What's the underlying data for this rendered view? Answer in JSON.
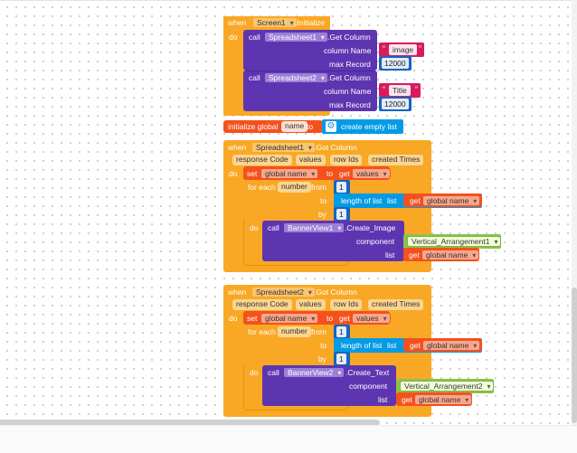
{
  "blocks": {
    "init": {
      "when": "when",
      "component": "Screen1",
      "event": ".Initialize",
      "do": "do",
      "calls": [
        {
          "call": "call",
          "component": "Spreadsheet1",
          "method": ".Get Column",
          "p1_label": "column Name",
          "p1_value": "image",
          "p2_label": "max Record",
          "p2_value": "12000"
        },
        {
          "call": "call",
          "component": "Spreadsheet2",
          "method": ".Get Column",
          "p1_label": "column Name",
          "p1_value": "Title",
          "p2_label": "max Record",
          "p2_value": "12000"
        }
      ]
    },
    "global": {
      "label": "initialize global",
      "name": "name",
      "to": "to",
      "value": "create empty list"
    },
    "events": [
      {
        "when": "when",
        "component": "Spreadsheet1",
        "event": ".Got Column",
        "params": [
          "response Code",
          "values",
          "row Ids",
          "created Times"
        ],
        "do": "do",
        "set": "set",
        "set_var": "global name",
        "to": "to",
        "get": "get",
        "get_var": "values",
        "for_each": "for each",
        "loop_var": "number",
        "from": "from",
        "from_val": "1",
        "to2": "to",
        "length_label": "length of list",
        "list_word": "list",
        "list_var": "global name",
        "by": "by",
        "by_val": "1",
        "inner_do": "do",
        "call": "call",
        "call_comp": "BannerView1",
        "call_method": ".Create_Image",
        "component_label": "component",
        "component_val": "Vertical_Arrangement1",
        "list_label": "list",
        "list_get": "get",
        "list_get_var": "global name"
      },
      {
        "when": "when",
        "component": "Spreadsheet2",
        "event": ".Got Column",
        "params": [
          "response Code",
          "values",
          "row Ids",
          "created Times"
        ],
        "do": "do",
        "set": "set",
        "set_var": "global name",
        "to": "to",
        "get": "get",
        "get_var": "values",
        "for_each": "for each",
        "loop_var": "number",
        "from": "from",
        "from_val": "1",
        "to2": "to",
        "length_label": "length of list",
        "list_word": "list",
        "list_var": "global name",
        "by": "by",
        "by_val": "1",
        "inner_do": "do",
        "call": "call",
        "call_comp": "BannerView2",
        "call_method": ".Create_Text",
        "component_label": "component",
        "component_val": "Vertical_Arrangement2",
        "list_label": "list",
        "list_get": "get",
        "list_get_var": "global name"
      }
    ]
  },
  "colors": {
    "event": "#f9a825",
    "procedure": "#5e35b1",
    "variable": "#f4511e",
    "text": "#d81b60",
    "math": "#1565c0",
    "list": "#039be5",
    "component": "#8bc34a"
  }
}
